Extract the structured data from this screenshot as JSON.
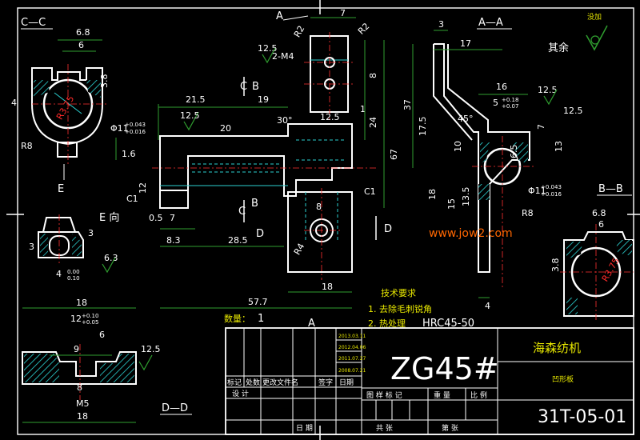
{
  "views": {
    "cc": "C—C",
    "aa_top": "A—A",
    "bb": "B—B",
    "dd": "D—D",
    "e_label": "E",
    "e_view": "E 向",
    "a_mark": "A",
    "b_mark": "B",
    "c_mark": "C",
    "d_mark": "D"
  },
  "roughness": {
    "rest_label": "其余",
    "rest_sym": "没加",
    "r125": "12.5",
    "r63": "6.3"
  },
  "dims": {
    "d68": "6.8",
    "d6": "6",
    "d4": "4",
    "d38": "3.8",
    "r375": "R3.75",
    "r8": "R8",
    "d11": "Φ11",
    "tol11_up": "+0.043",
    "tol11_dn": "+0.016",
    "d16": "1.6",
    "d215": "21.5",
    "d19": "19",
    "d20": "20",
    "d30": "30°",
    "d12": "12",
    "d05": "0.5",
    "d7": "7",
    "d83": "8.3",
    "d285": "28.5",
    "d577": "57.7",
    "r2": "R2",
    "m4": "2-M4",
    "dim8": "8",
    "d24": "24",
    "d67": "67",
    "dim1": "1",
    "d18": "18",
    "r4": "R4",
    "c1": "C1",
    "d37": "37",
    "d3": "3",
    "d17": "17",
    "d16b": "16",
    "d175": "17.5",
    "d10": "10",
    "d45": "45°",
    "d65": "6.5",
    "d13": "13",
    "d135": "13.5",
    "d15": "15",
    "d5": "5",
    "tol5_up": "+0.18",
    "tol5_dn": "+0.07",
    "r8b": "R8",
    "d11b": "Φ11",
    "tol11b_up": "+0.043",
    "tol11b_dn": "+0.016",
    "d4b": "4",
    "dd18": "18",
    "d1210": "12",
    "tol12_up": "+0.10",
    "tol12_dn": "+0.05",
    "dd6": "6",
    "dd9": "9",
    "m5": "M5",
    "dd8": "8",
    "dd18b": "18",
    "e3": "3",
    "e3b": "3",
    "e4": "4",
    "e_tol_up": "0.00",
    "e_tol_dn": "0.10",
    "bb68": "6.8",
    "bb6": "6",
    "bb38": "3.8",
    "bb375": "R3.75"
  },
  "watermark": "www.jow2.com",
  "notes": {
    "title": "技术要求",
    "item1": "1. 去除毛刺锐角",
    "item2_lbl": "2. 热处理",
    "item2_val": "HRC45-50",
    "qty_lbl": "数量：",
    "qty_val": "1"
  },
  "title_block": {
    "material": "ZG45#",
    "company": "海森纺机",
    "part_name": "凹形板",
    "drawing_no": "31T-05-01",
    "rev_dates": [
      "2013.03.11",
      "2012.04.06",
      "2011.07.27",
      "2008.07.21"
    ],
    "row_headers": [
      "标记",
      "处数",
      "更改文件名",
      "签字",
      "日期"
    ],
    "design": "设 计",
    "date_lbl": "日 期",
    "drawing_mark": "图 样 标 记",
    "weight": "重 量",
    "scale": "比 例",
    "total": "共 张",
    "sheet": "第 张"
  }
}
